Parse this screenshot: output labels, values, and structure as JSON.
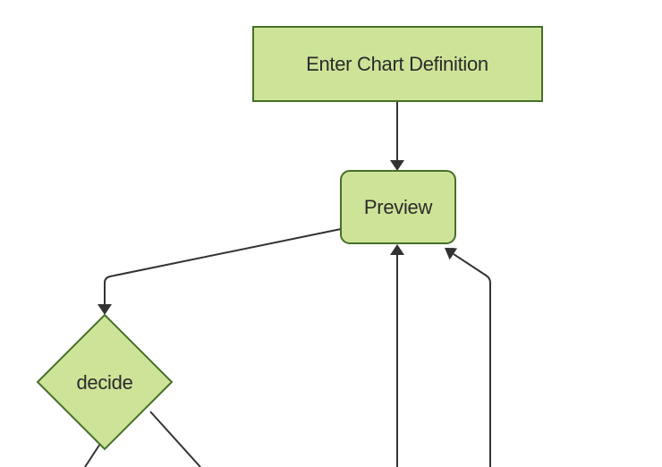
{
  "diagram": {
    "type": "flowchart",
    "background_color": "#ffffff",
    "node_fill_color": "#cde498",
    "node_border_color": "#467028",
    "edge_color": "#333333",
    "text_color": "#2b2b2b",
    "nodes": [
      {
        "id": "enter-chart-definition",
        "shape": "rectangle",
        "label": "Enter Chart Definition"
      },
      {
        "id": "preview",
        "shape": "rounded-rectangle",
        "label": "Preview"
      },
      {
        "id": "decide",
        "shape": "diamond",
        "label": "decide"
      }
    ],
    "edges": [
      {
        "from": "enter-chart-definition",
        "to": "preview",
        "arrow": true
      },
      {
        "from": "preview",
        "to": "decide",
        "arrow": true
      },
      {
        "from": "offscreen-bottom-center",
        "to": "preview",
        "arrow": true
      },
      {
        "from": "offscreen-bottom-right",
        "to": "preview",
        "arrow": true
      },
      {
        "from": "decide",
        "to": "offscreen-bottom-left",
        "arrow": false
      },
      {
        "from": "decide",
        "to": "offscreen-bottom-right",
        "arrow": false
      }
    ]
  }
}
